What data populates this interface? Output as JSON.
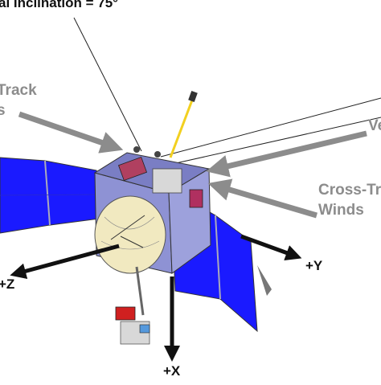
{
  "title": "al Inclination = 75°",
  "labels": {
    "along_track_line1": "Track",
    "along_track_line2": "s",
    "velocity": "Ve",
    "cross_track_line1": "Cross-Tra",
    "cross_track_line2": "Winds",
    "axis_y": "+Y",
    "axis_z": "+Z",
    "axis_x": "+X"
  },
  "colors": {
    "solar_panel": "#1a1aff",
    "bus": "#8e92d4",
    "dish": "#f1e9c0",
    "arrow_gray": "#8c8c8c",
    "axis_arrow": "#111111",
    "boom": "#f2d020"
  }
}
